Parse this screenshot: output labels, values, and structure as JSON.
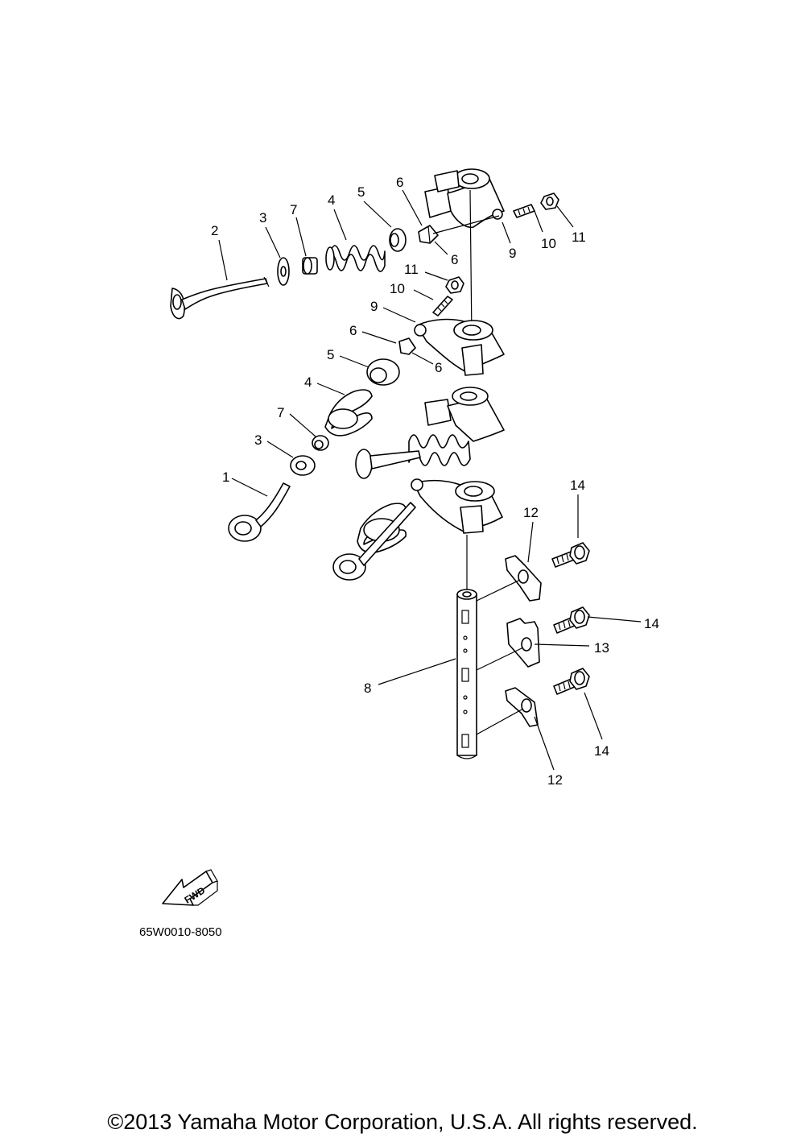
{
  "diagram": {
    "callouts": {
      "c1": "1",
      "c2": "2",
      "c3a": "3",
      "c3b": "3",
      "c4a": "4",
      "c4b": "4",
      "c5a": "5",
      "c5b": "5",
      "c6a": "6",
      "c6b": "6",
      "c6c": "6",
      "c6d": "6",
      "c7a": "7",
      "c7b": "7",
      "c8": "8",
      "c9a": "9",
      "c9b": "9",
      "c10a": "10",
      "c10b": "10",
      "c11a": "11",
      "c11b": "11",
      "c12a": "12",
      "c12b": "12",
      "c13": "13",
      "c14a": "14",
      "c14b": "14",
      "c14c": "14"
    },
    "fwd_label": "FWD",
    "drawing_code": "65W0010-8050"
  },
  "footer": {
    "copyright": "©2013 Yamaha Motor Corporation, U.S.A. All rights reserved."
  }
}
